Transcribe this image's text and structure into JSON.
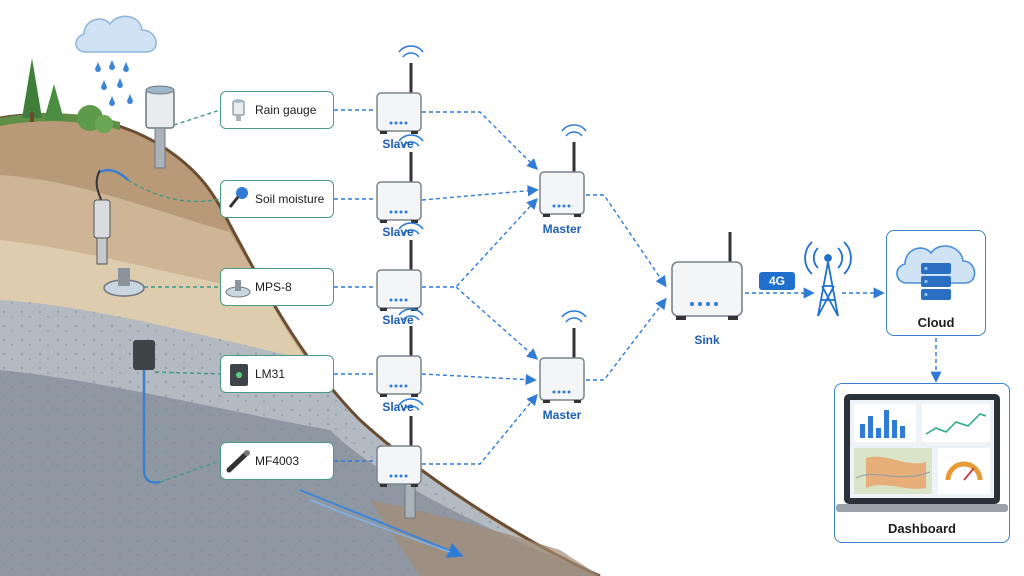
{
  "sensors": [
    {
      "label": "Rain gauge",
      "icon": "rain-gauge-icon"
    },
    {
      "label": "Soil moisture",
      "icon": "soil-moisture-probe-icon"
    },
    {
      "label": "MPS-8",
      "icon": "water-potential-sensor-icon"
    },
    {
      "label": "LM31",
      "icon": "data-logger-icon"
    },
    {
      "label": "MF4003",
      "icon": "flow-meter-icon"
    }
  ],
  "slave_label": "Slave",
  "master_label": "Master",
  "sink_label": "Sink",
  "link_label": "4G",
  "cloud_label": "Cloud",
  "dashboard_label": "Dashboard",
  "colors": {
    "link": "#2f7bd6",
    "sensor_link": "#3f9a86",
    "panel_border": "#3a7fd0",
    "label_blue": "#1e5fb4"
  }
}
